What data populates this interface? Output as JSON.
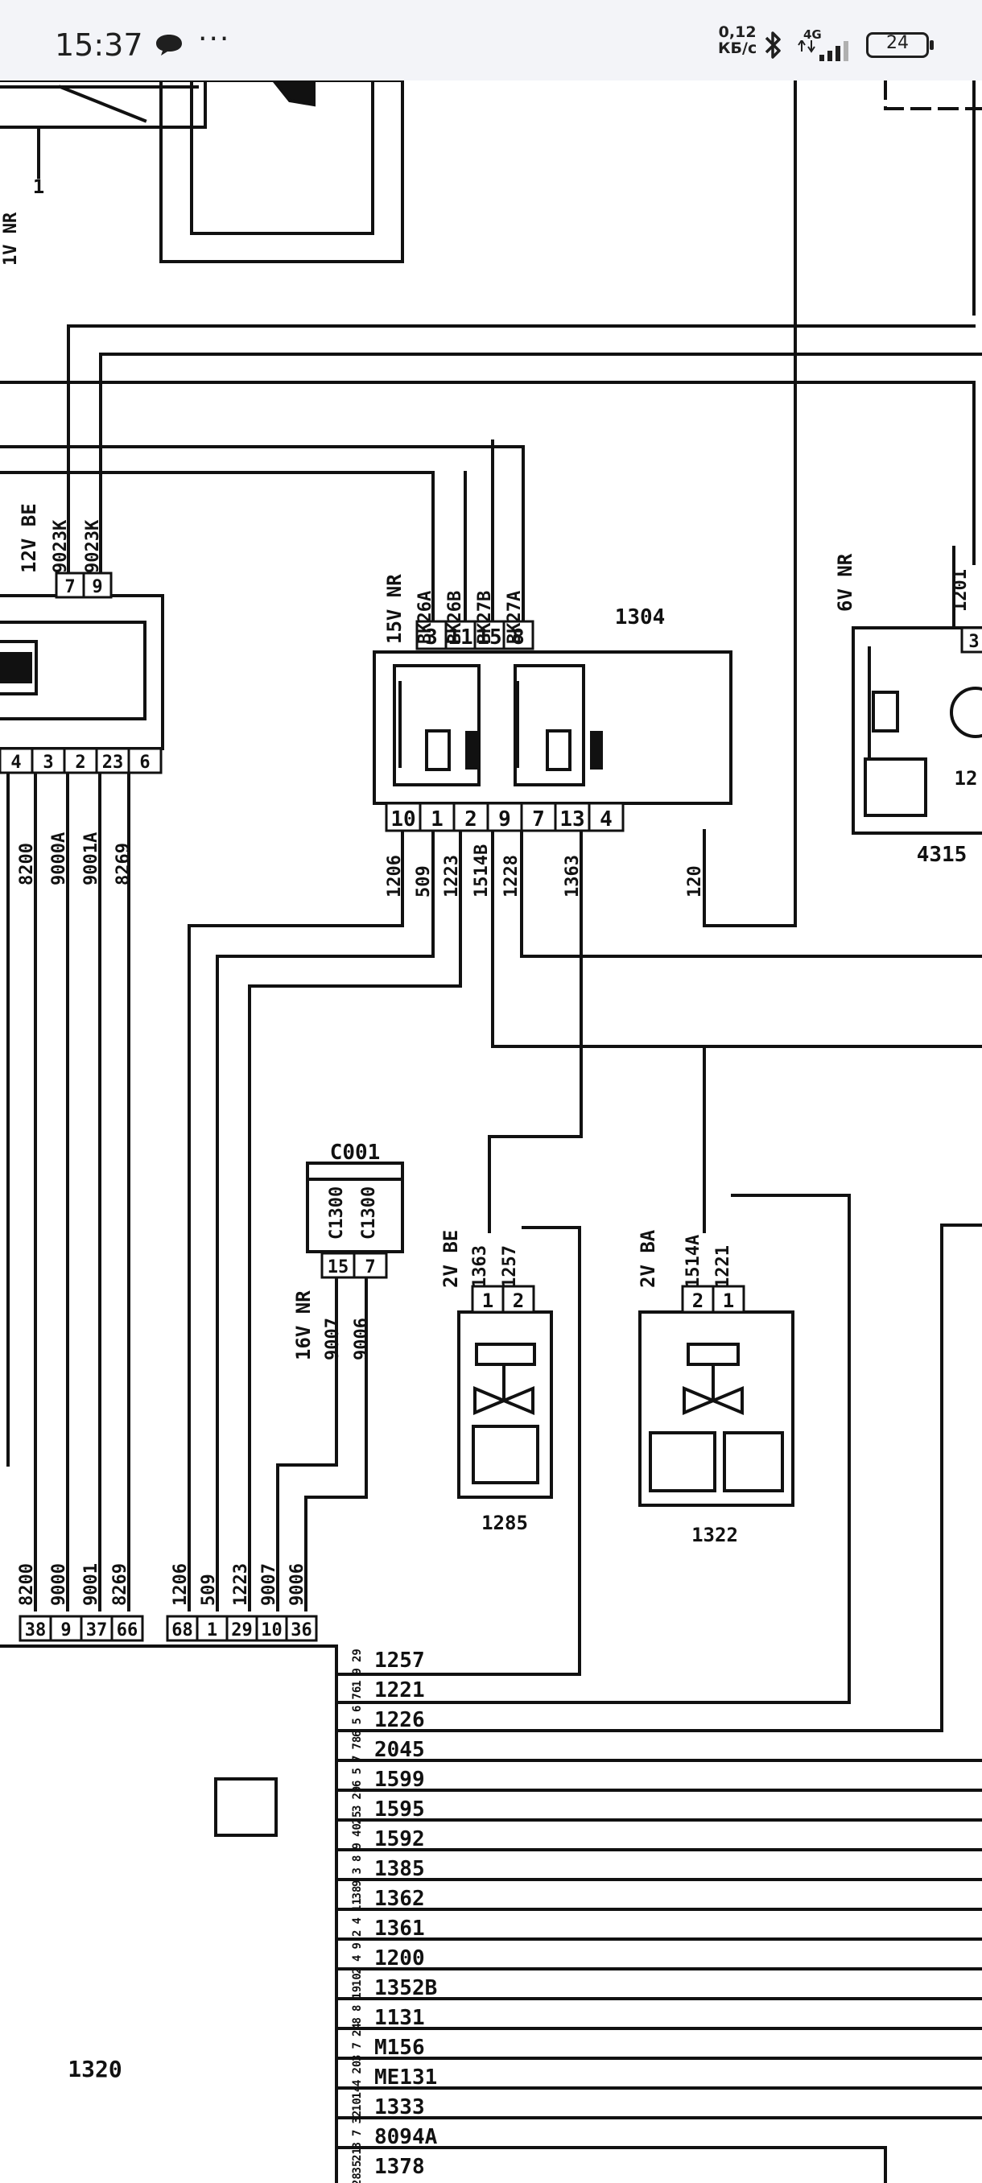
{
  "status_bar": {
    "time": "15:37",
    "more": "···",
    "net_speed_value": "0,12",
    "net_speed_unit": "КБ/с",
    "network": "4G",
    "battery": "24",
    "icons": [
      "chat-notification-icon",
      "bluetooth-icon",
      "signal-icon",
      "battery-icon"
    ]
  },
  "diagram": {
    "connectors": {
      "c_9023": {
        "label": "12V BE",
        "wires": [
          "9023K",
          "9023K"
        ],
        "pins": [
          "7",
          "9"
        ]
      },
      "c_left_bottom": {
        "pins": [
          "4",
          "3",
          "2",
          "23",
          "6"
        ],
        "wires": [
          "8200",
          "9000A",
          "9001A",
          "8269"
        ]
      },
      "c_1304_top": {
        "label": "15V NR",
        "wires": [
          "BK26A",
          "BK26B",
          "BK27B",
          "BK27A"
        ],
        "pins": [
          "3",
          "11",
          "15",
          "8"
        ]
      },
      "c_1304_bottom": {
        "pins": [
          "10",
          "1",
          "2",
          "9",
          "7",
          "13",
          "4"
        ],
        "wires": [
          "1206",
          "509",
          "1223",
          "1514B",
          "1228",
          "1363",
          "120"
        ]
      },
      "c_4315": {
        "label": "6V NR",
        "wire": "1201",
        "pin": "3"
      },
      "c_c001": {
        "title": "C001",
        "labels": [
          "C1300",
          "C1300"
        ],
        "pins": [
          "15",
          "7"
        ],
        "label": "16V NR",
        "wires": [
          "9007",
          "9006"
        ]
      },
      "c_1285": {
        "label": "2V BE",
        "wires": [
          "1363",
          "1257"
        ],
        "pins": [
          "1",
          "2"
        ]
      },
      "c_1322": {
        "label": "2V BA",
        "wires": [
          "1514A",
          "1221"
        ],
        "pins": [
          "2",
          "1"
        ]
      },
      "c_1320_top": {
        "wires": [
          "8200",
          "9000",
          "9001",
          "8269",
          "1206",
          "509",
          "1223",
          "9007",
          "9006"
        ],
        "pins": [
          "38",
          "9",
          "37",
          "66",
          "68",
          "1",
          "29",
          "10",
          "36"
        ]
      }
    },
    "components": {
      "relay": "1304",
      "motor": "4315",
      "motor_partial": "12",
      "valve_a": "1285",
      "valve_b": "1322",
      "ecu": "1320",
      "top_left_pin": "1",
      "top_left_label": "1V NR"
    },
    "ecu_right_pins": [
      "29",
      "9",
      "1",
      "76",
      "6",
      "5",
      "6",
      "78",
      "7",
      "5",
      "6",
      "29",
      "3",
      "25",
      "40",
      "9",
      "8",
      "3",
      "9",
      "38",
      "11",
      "4",
      "2",
      "9",
      "4",
      "2",
      "10",
      "19",
      "8",
      "8",
      "24",
      "7",
      "3",
      "20",
      "4",
      "14",
      "10",
      "32",
      "7",
      "3",
      "21",
      "35",
      "28",
      "2",
      "23"
    ],
    "ecu_right_wires": [
      "1257",
      "1221",
      "1226",
      "2045",
      "1599",
      "1595",
      "1592",
      "1385",
      "1362",
      "1361",
      "1200",
      "1352B",
      "1131",
      "M156",
      "ME131",
      "1333",
      "8094A",
      "1378"
    ]
  }
}
